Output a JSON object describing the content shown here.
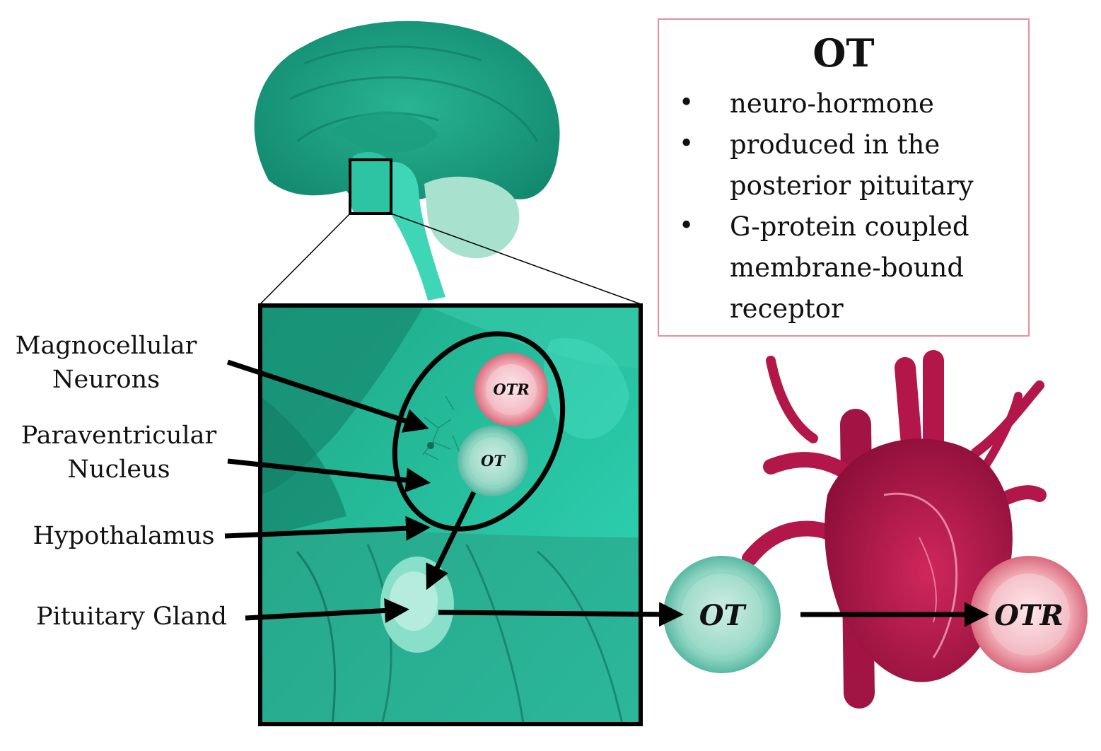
{
  "labels": {
    "magnocellular_line1": "Magnocellular",
    "magnocellular_line2": "Neurons",
    "paraventricular_line1": "Paraventricular",
    "paraventricular_line2": "Nucleus",
    "hypothalamus": "Hypothalamus",
    "pituitary": "Pituitary Gland"
  },
  "circles": {
    "small_otr": "OTR",
    "small_ot": "OT",
    "big_ot": "OT",
    "big_otr": "OTR"
  },
  "info_box": {
    "title": "OT",
    "bullet_glyph": "•",
    "lines": [
      "neuro-hormone",
      "produced in the",
      "posterior pituitary",
      "G-protein coupled",
      "membrane-bound",
      "receptor"
    ]
  },
  "colors": {
    "teal": "#1f9c80",
    "teal_light": "#3fd6b8",
    "heart": "#b3174a",
    "box_border": "#e3909c"
  }
}
